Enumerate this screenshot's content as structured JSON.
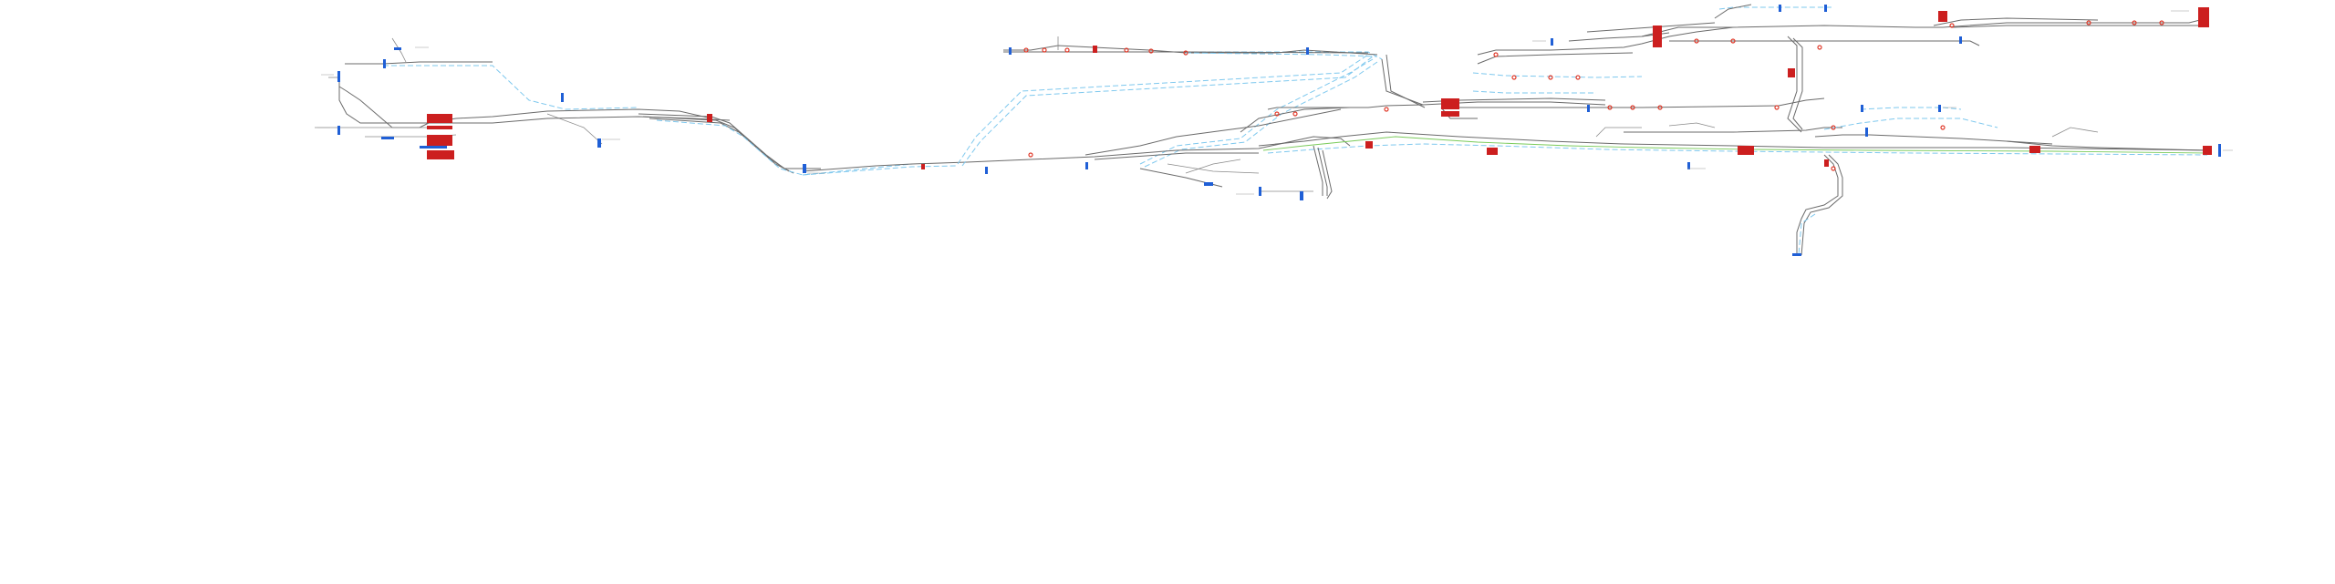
{
  "colors": {
    "background": "#ffffff",
    "track": "#6b6b6b",
    "track_secondary": "#8a8a8a",
    "electrified": "#7ec8ee",
    "green_route": "#7acb5a",
    "station_major": "#cc1f1f",
    "station_minor": "#1f5fd6",
    "signal_red": "#e03a2a"
  },
  "legend_note": "",
  "symbols": {
    "station_major": "red-station-block",
    "station_minor": "blue-station-marker",
    "signal": "red-signal-glyph"
  }
}
